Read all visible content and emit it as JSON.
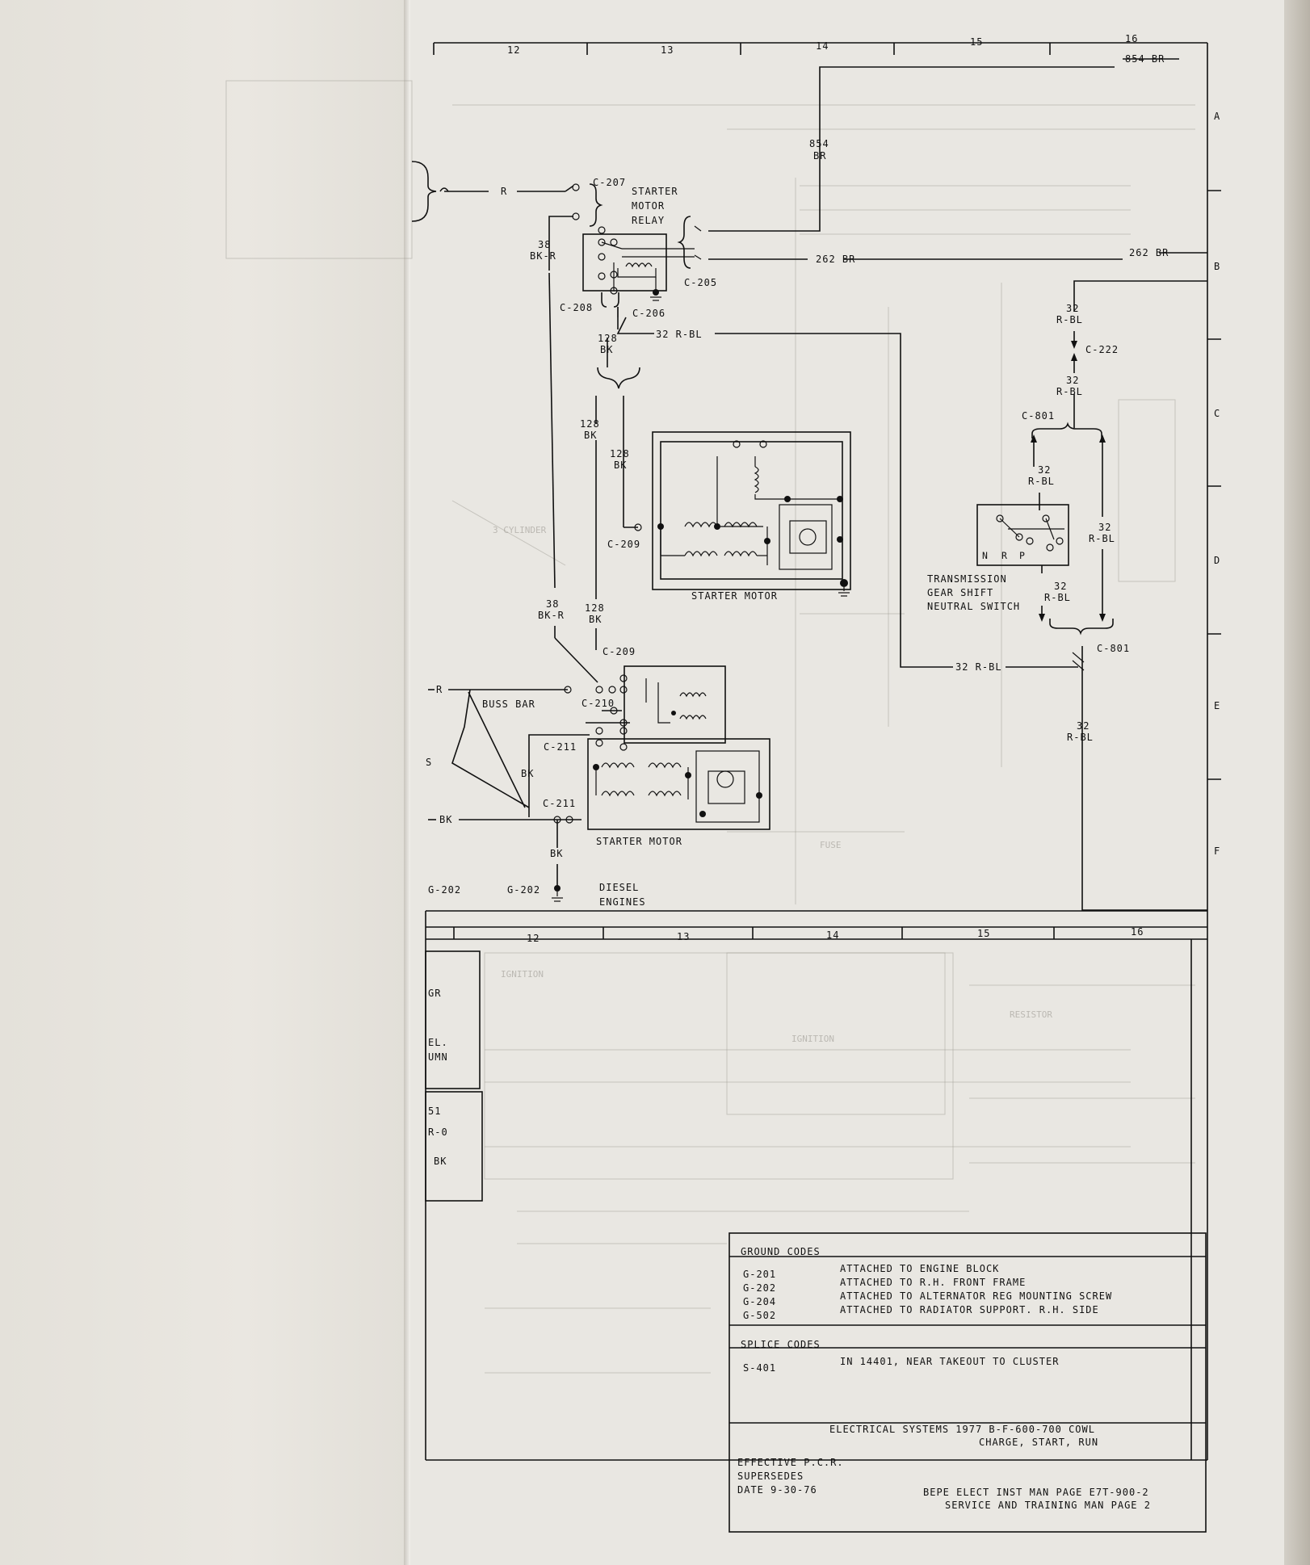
{
  "grid": {
    "top_columns": [
      "12",
      "13",
      "14",
      "15",
      "16"
    ],
    "bottom_columns": [
      "12",
      "13",
      "14",
      "15",
      "16"
    ],
    "rows": [
      "A",
      "B",
      "C",
      "D",
      "E",
      "F"
    ]
  },
  "wires": {
    "w854_right": "854 BR",
    "w854_top": "854",
    "w854_bot": "BR",
    "w262_mid": "262 BR",
    "w262_right": "262 BR",
    "w32_rbl_top": "32 R-BL",
    "w32_rbl_lower": "32 R-BL",
    "w32_c222_up_a": "32",
    "w32_c222_up_b": "R-BL",
    "w32_c222_dn_a": "32",
    "w32_c222_dn_b": "R-BL",
    "w32_sw_l_a": "32",
    "w32_sw_l_b": "R-BL",
    "w32_sw_r_a": "32",
    "w32_sw_r_b": "R-BL",
    "w32_sw_b_a": "32",
    "w32_sw_b_b": "R-BL",
    "w32_e_a": "32",
    "w32_e_b": "R-BL",
    "w38_top_a": "38",
    "w38_top_b": "BK-R",
    "w38_low_a": "38",
    "w38_low_b": "BK-R",
    "w128_a1": "128",
    "w128_b1": "BK",
    "w128_a2": "128",
    "w128_b2": "BK",
    "w128_a3": "128",
    "w128_b3": "BK",
    "w128_a4": "128",
    "w128_b4": "BK",
    "r_top": "R",
    "r_left": "R",
    "bk_left": "BK",
    "bk_1": "BK",
    "bk_2": "BK"
  },
  "connectors": {
    "c207": "C-207",
    "c205": "C-205",
    "c206": "C-206",
    "c208": "C-208",
    "c209_a": "C-209",
    "c209_b": "C-209",
    "c210": "C-210",
    "c211_a": "C-211",
    "c211_b": "C-211",
    "c222": "C-222",
    "c801_a": "C-801",
    "c801_b": "C-801",
    "g202_a": "G-202",
    "g202_b": "G-202"
  },
  "components": {
    "relay_l1": "STARTER",
    "relay_l2": "MOTOR",
    "relay_l3": "RELAY",
    "motor1": "STARTER MOTOR",
    "motor2": "STARTER MOTOR",
    "tsw_l1": "TRANSMISSION",
    "tsw_l2": "GEAR SHIFT",
    "tsw_l3": "NEUTRAL SWITCH",
    "tsw_n": "N",
    "tsw_r": "R",
    "tsw_p": "P",
    "busbar": "BUSS BAR",
    "diesel_l1": "DIESEL",
    "diesel_l2": "ENGINES"
  },
  "left_fragments": {
    "s": "S",
    "gr": "GR",
    "el": "EL.",
    "umn": "UMN",
    "n51": "51",
    "r0": "R-0",
    "bk": "BK"
  },
  "legend": {
    "ground_title": "GROUND CODES",
    "grounds": [
      {
        "code": "G-201",
        "desc": "ATTACHED TO ENGINE BLOCK"
      },
      {
        "code": "G-202",
        "desc": "ATTACHED TO R.H. FRONT FRAME"
      },
      {
        "code": "G-204",
        "desc": "ATTACHED TO ALTERNATOR REG MOUNTING SCREW"
      },
      {
        "code": "G-502",
        "desc": "ATTACHED TO RADIATOR SUPPORT. R.H. SIDE"
      }
    ],
    "splice_title": "SPLICE CODES",
    "splices": [
      {
        "code": "S-401",
        "desc": "IN 14401, NEAR TAKEOUT TO CLUSTER"
      }
    ]
  },
  "title_block": {
    "line1": "ELECTRICAL SYSTEMS 1977 B-F-600-700 COWL",
    "line2": "CHARGE, START, RUN",
    "effective": "EFFECTIVE P.C.R.",
    "supersedes": "SUPERSEDES",
    "date": "DATE 9-30-76",
    "ref1": "BEPE ELECT INST MAN PAGE E7T-900-2",
    "ref2": "SERVICE AND TRAINING MAN PAGE 2"
  }
}
